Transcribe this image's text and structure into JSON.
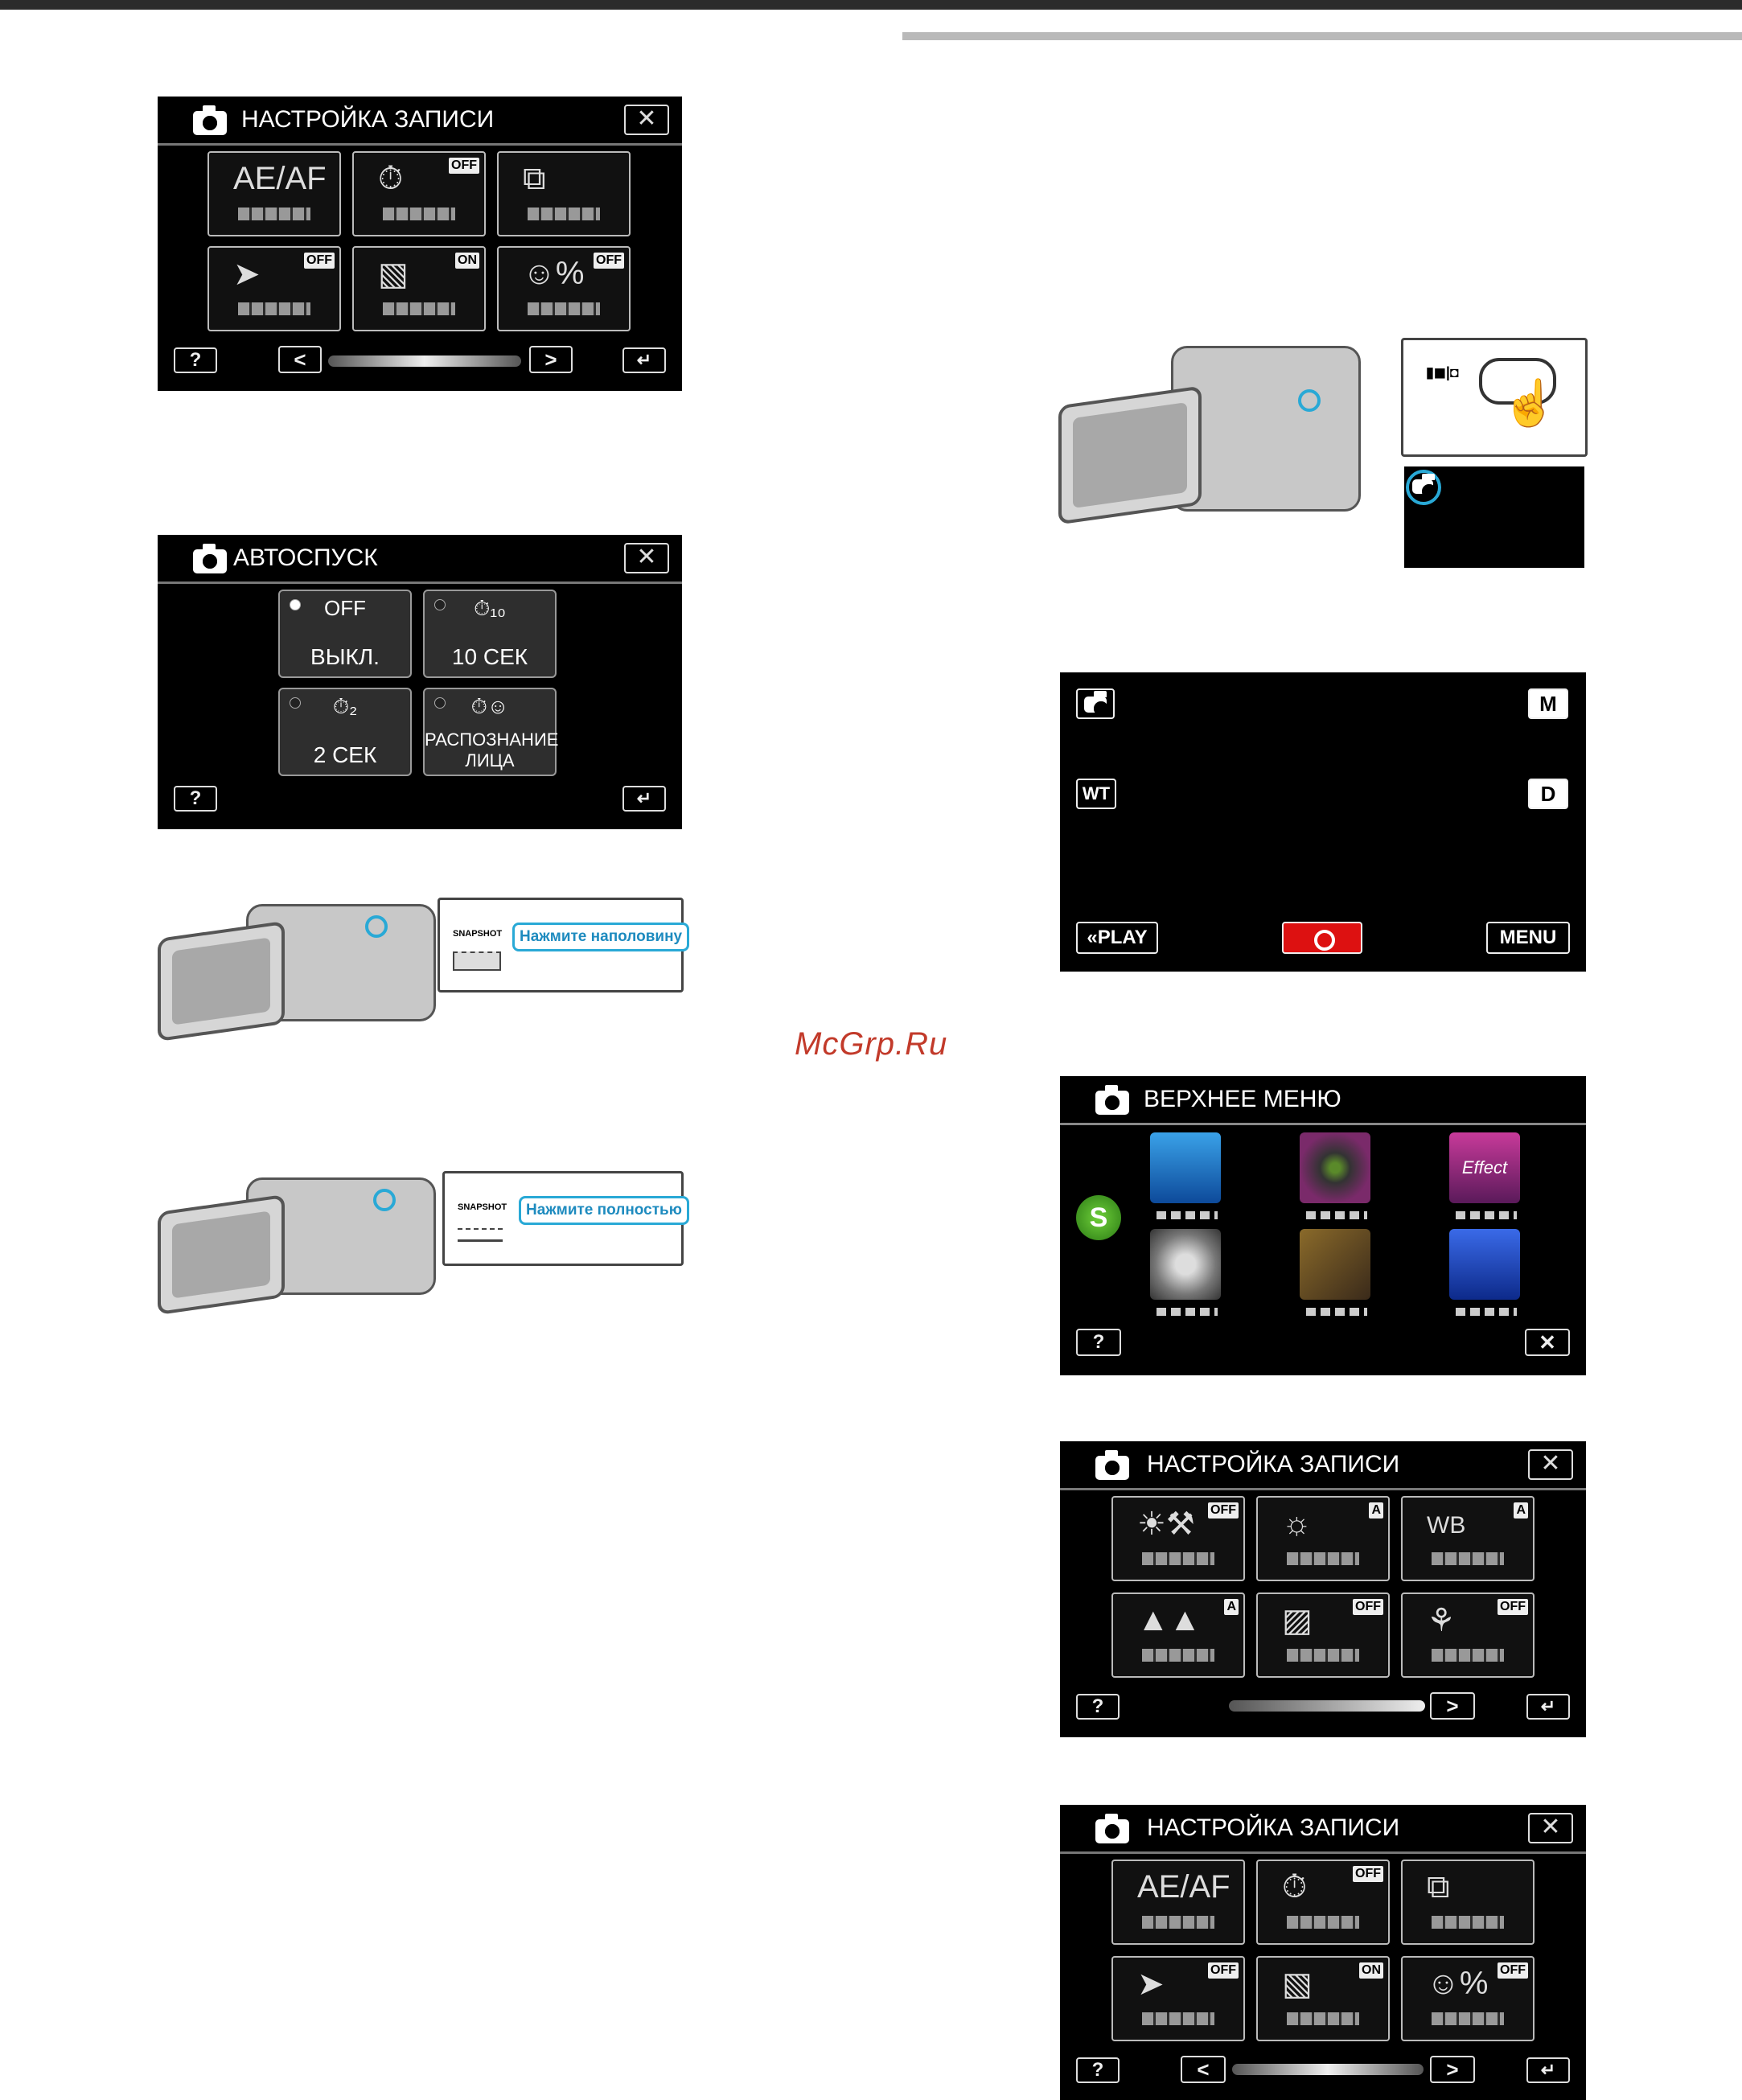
{
  "watermark": "McGrp.Ru",
  "rec_setting_1": {
    "title": "НАСТРОЙКА ЗАПИСИ",
    "close_icon": "close-icon",
    "tiles": [
      {
        "icon": "AE/AF",
        "badge": ""
      },
      {
        "icon": "⏱",
        "badge": "OFF"
      },
      {
        "icon": "⧉",
        "badge": ""
      },
      {
        "icon": "➤",
        "badge": "OFF"
      },
      {
        "icon": "▧",
        "badge": "ON"
      },
      {
        "icon": "☺%",
        "badge": "OFF"
      }
    ],
    "help": "?",
    "prev": "<",
    "next": ">",
    "back": "↵"
  },
  "self_timer": {
    "title": "АВТОСПУСК",
    "options": [
      {
        "icon": "OFF",
        "label": "ВЫКЛ.",
        "selected": true
      },
      {
        "icon": "⏱₁₀",
        "label": "10 СЕК",
        "selected": false
      },
      {
        "icon": "⏱₂",
        "label": "2 СЕК",
        "selected": false
      },
      {
        "icon": "⏱☺",
        "label": "РАСПОЗНАНИЕ ЛИЦА",
        "selected": false
      }
    ],
    "help": "?",
    "back": "↵"
  },
  "press_half": {
    "button": "SNAPSHOT",
    "tag": "Нажмите наполовину"
  },
  "press_full": {
    "button": "SNAPSHOT",
    "tag": "Нажмите полностью"
  },
  "mode_switch": {
    "label": "▮◼|◘"
  },
  "rec_screen": {
    "m": "M",
    "wt": "WT",
    "d": "D",
    "play": "PLAY",
    "menu": "MENU"
  },
  "top_menu": {
    "title": "ВЕРХНЕЕ МЕНЮ",
    "help": "?",
    "close": "✕",
    "tiles": [
      "wifi",
      "lens",
      "Effect",
      "gear",
      "hdmi",
      "sd"
    ]
  },
  "rec_setting_2": {
    "title": "НАСТРОЙКА ЗАПИСИ",
    "tiles": [
      {
        "icon": "☀⚒",
        "badge": "OFF"
      },
      {
        "icon": "☼",
        "badge": "A"
      },
      {
        "icon": "WB",
        "badge": "A"
      },
      {
        "icon": "▲▲",
        "badge": "A"
      },
      {
        "icon": "▨",
        "badge": "OFF"
      },
      {
        "icon": "⚘",
        "badge": "OFF"
      }
    ],
    "help": "?",
    "next": ">",
    "back": "↵"
  },
  "rec_setting_3": {
    "title": "НАСТРОЙКА ЗАПИСИ",
    "tiles": [
      {
        "icon": "AE/AF",
        "badge": ""
      },
      {
        "icon": "⏱",
        "badge": "OFF"
      },
      {
        "icon": "⧉",
        "badge": ""
      },
      {
        "icon": "➤",
        "badge": "OFF"
      },
      {
        "icon": "▧",
        "badge": "ON"
      },
      {
        "icon": "☺%",
        "badge": "OFF"
      }
    ],
    "help": "?",
    "prev": "<",
    "next": ">",
    "back": "↵"
  }
}
